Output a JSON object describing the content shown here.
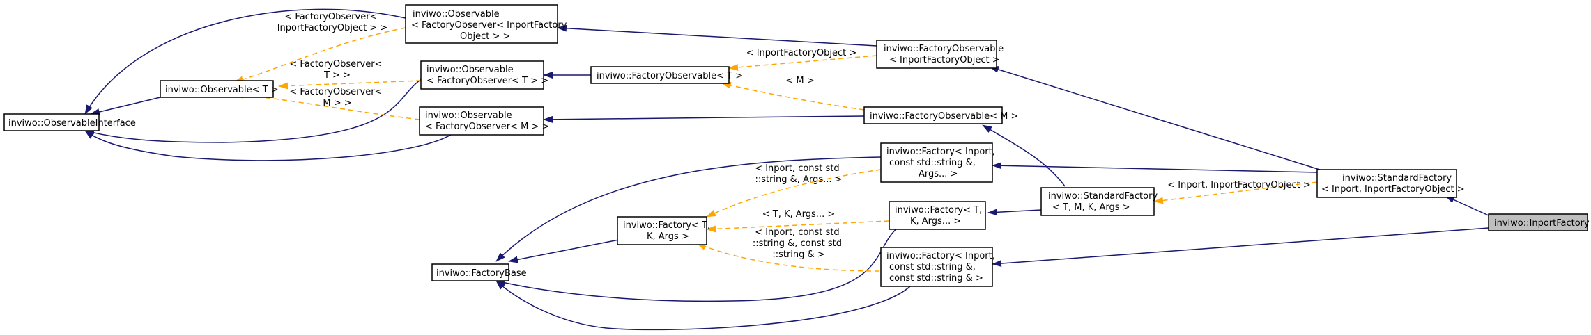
{
  "nodes": {
    "observable_interface": "inviwo::ObservableInterface",
    "observable_T": "inviwo::Observable< T >",
    "observable_inport_obj": [
      "inviwo::Observable",
      "< FactoryObserver< InportFactory",
      "Object > >"
    ],
    "observable_fo_T": [
      "inviwo::Observable",
      "< FactoryObserver< T > >"
    ],
    "observable_fo_M": [
      "inviwo::Observable",
      "< FactoryObserver< M > >"
    ],
    "factory_observable_T": "inviwo::FactoryObservable< T >",
    "factory_observable_inport": [
      "inviwo::FactoryObservable",
      "< InportFactoryObject >"
    ],
    "factory_observable_M": "inviwo::FactoryObservable< M >",
    "factory_base": "inviwo::FactoryBase",
    "factory_TKArgs": [
      "inviwo::Factory< T,",
      "K, Args >"
    ],
    "factory_inport_args": [
      "inviwo::Factory< Inport,",
      "const std::string &,",
      "Args... >"
    ],
    "factory_TK_args_dots": [
      "inviwo::Factory< T,",
      "K, Args... >"
    ],
    "factory_inport_strings": [
      "inviwo::Factory< Inport,",
      "const std::string &,",
      "const std::string & >"
    ],
    "standard_factory_TMKArgs": [
      "inviwo::StandardFactory",
      "< T, M, K, Args >"
    ],
    "standard_factory_inport": [
      "inviwo::StandardFactory",
      "< Inport, InportFactoryObject >"
    ],
    "inport_factory": "inviwo::InportFactory"
  },
  "edge_labels": {
    "fo_inport_obj": [
      "< FactoryObserver<",
      "InportFactoryObject > >"
    ],
    "fo_T": [
      "< FactoryObserver<",
      "T > >"
    ],
    "fo_M": [
      "< FactoryObserver<",
      "M > >"
    ],
    "inport_factory_object": "< InportFactoryObject >",
    "m": "< M >",
    "inport_args": [
      "< Inport, const std",
      "::string &, Args... >"
    ],
    "tk_args": "< T, K, Args... >",
    "inport_strings": [
      "< Inport, const std",
      "::string &, const std",
      "::string & >"
    ],
    "inport_inport_factory_object": "< Inport, InportFactoryObject >"
  },
  "colors": {
    "inheritance_edge": "#191970",
    "template_edge": "#ffa500",
    "highlight_fill": "#bfbfbf"
  }
}
